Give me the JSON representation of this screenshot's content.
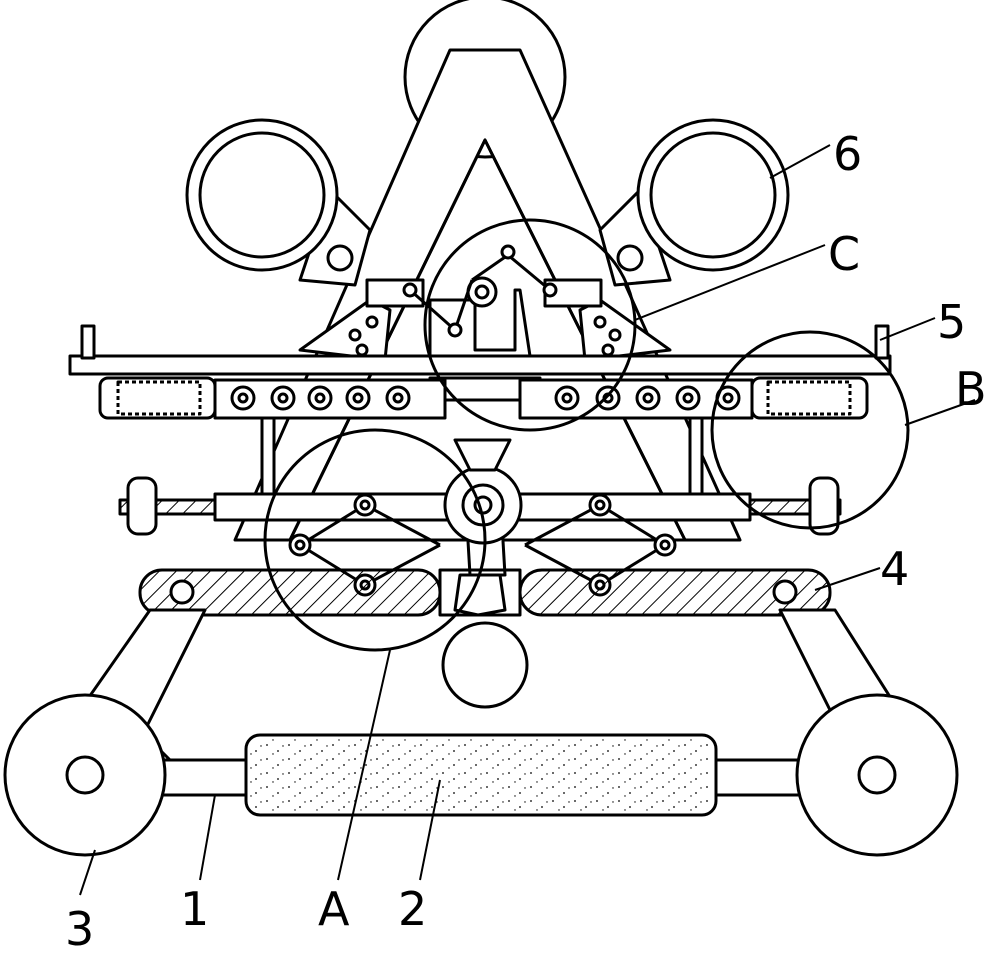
{
  "diagram": {
    "labels": {
      "l1": "1",
      "l2": "2",
      "l3": "3",
      "l4": "4",
      "l5": "5",
      "l6": "6",
      "lA": "A",
      "lB": "B",
      "lC": "C"
    },
    "stroke_color": "#000000",
    "fill_color": "#ffffff"
  }
}
